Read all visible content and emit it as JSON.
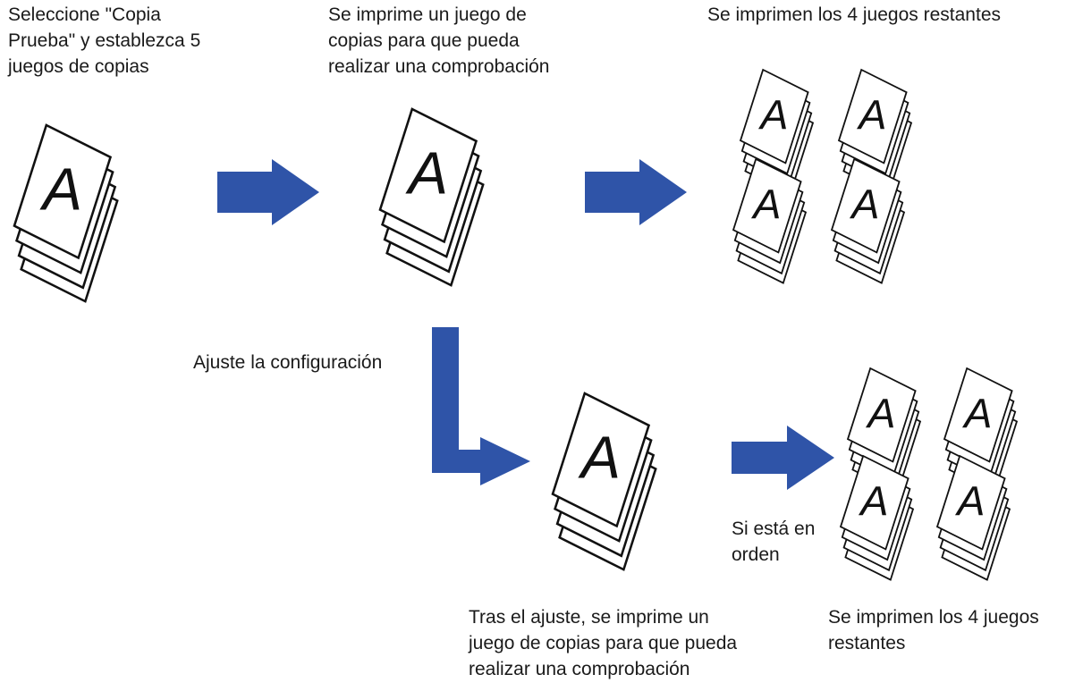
{
  "colors": {
    "arrow": "#2f54a8",
    "sheet_stroke": "#111111",
    "sheet_fill": "#ffffff",
    "text": "#1a1a1a"
  },
  "icons": {
    "sheet_stack": "paper-stack-icon",
    "arrow": "right-arrow-icon"
  },
  "steps": {
    "select_proof": "Seleccione \"Copia\nPrueba\" y establezca 5\njuegos de copias",
    "one_set_printed": "Se imprime un juego de\ncopias para que pueda\nrealizar una comprobación",
    "remaining_sets_top": "Se imprimen los 4 juegos restantes",
    "adjust_settings": "Ajuste la configuración",
    "if_ok": "Si está en\norden",
    "after_adjust": "Tras el ajuste, se imprime un\njuego de copias para que pueda\nrealizar una comprobación",
    "remaining_sets_bottom": "Se imprimen los 4 juegos\nrestantes"
  },
  "sheet_letter": "A"
}
